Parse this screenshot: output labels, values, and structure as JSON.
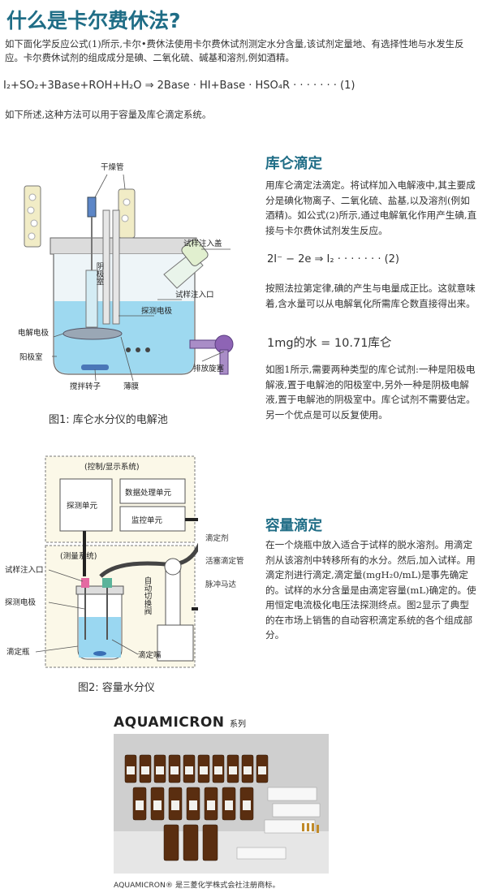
{
  "title": "什么是卡尔费休法?",
  "intro": "如下面化学反应公式(1)所示,卡尔•费休法使用卡尔费休试剂测定水分含量,该试剂定量地、有选择性地与水发生反应。卡尔费休试剂的组成成分是碘、二氧化硫、碱基和溶剂,例如酒精。",
  "equation1": "I₂+SO₂+3Base+ROH+H₂O ⇒  2Base · HI+Base · HSO₄R  · · · · · · ·  (1)",
  "note": "如下所述,这种方法可以用于容量及库仑滴定系统。",
  "figure1": {
    "caption": "图1: 库仑水分仪的电解池",
    "labels": {
      "drying_tube": "干燥管",
      "cathode_chamber": "阴极室",
      "sample_cap": "试样注入盖",
      "sample_port": "试样注入口",
      "detector_electrode": "探测电极",
      "electrolysis_electrode": "电解电极",
      "drain_valve": "排放旋塞",
      "anode_chamber": "阳极室",
      "stirrer": "搅拌转子",
      "membrane": "薄膜"
    }
  },
  "coulometric": {
    "heading": "库仑滴定",
    "para1": "用库仑滴定法滴定。将试样加入电解液中,其主要成分是碘化物离子、二氧化硫、盐基,以及溶剂(例如酒精)。如公式(2)所示,通过电解氧化作用产生碘,直接与卡尔费休试剂发生反应。",
    "equation2": "2I⁻ − 2e   ⇒   I₂  · · · · · · ·  (2)",
    "para2": "按照法拉第定律,碘的产生与电量成正比。这就意味着,含水量可以从电解氧化所需库仑数直接得出来。",
    "equation3": "1mg的水 = 10.71库仑",
    "para3": "如图1所示,需要两种类型的库仑试剂:一种是阳极电解液,置于电解池的阳极室中,另外一种是阴极电解液,置于电解池的阴极室中。库仑试剂不需要估定。另一个优点是可以反复使用。"
  },
  "figure2": {
    "caption": "图2: 容量水分仪",
    "labels": {
      "control_box": "(控制/显示系统)",
      "detector_unit": "探测单元",
      "data_unit": "数据处理单元",
      "monitor_unit": "监控单元",
      "measure_box": "(测量系统)",
      "titrant": "滴定剂",
      "piston_burette": "活塞滴定管",
      "pulse_motor": "脉冲马达",
      "sample_port": "试样注入口",
      "detector_electrode": "探测电极",
      "flask": "滴定瓶",
      "auto_switch": "自动切换阀",
      "nozzle": "滴定嘴"
    }
  },
  "volumetric": {
    "heading": "容量滴定",
    "para": "在一个烧瓶中放入适合于试样的脱水溶剂。用滴定剂从该溶剂中转移所有的水分。然后,加入试样。用滴定剂进行滴定,滴定量(mgH₂0/mL)是事先确定的。试样的水分含量是由滴定容量(mL)确定的。使用恒定电流极化电压法探测终点。图2显示了典型的在市场上销售的自动容积滴定系统的各个组成部分。"
  },
  "product": {
    "brand": "AQUAMICRON",
    "series": "系列",
    "trademark": "AQUAMICRON® 是三菱化学株式会社注册商标。"
  },
  "colors": {
    "accent": "#1f6d86",
    "liquid": "#8fd3ef",
    "valve": "#8e64b5",
    "box_fill": "#fbf8e8"
  }
}
